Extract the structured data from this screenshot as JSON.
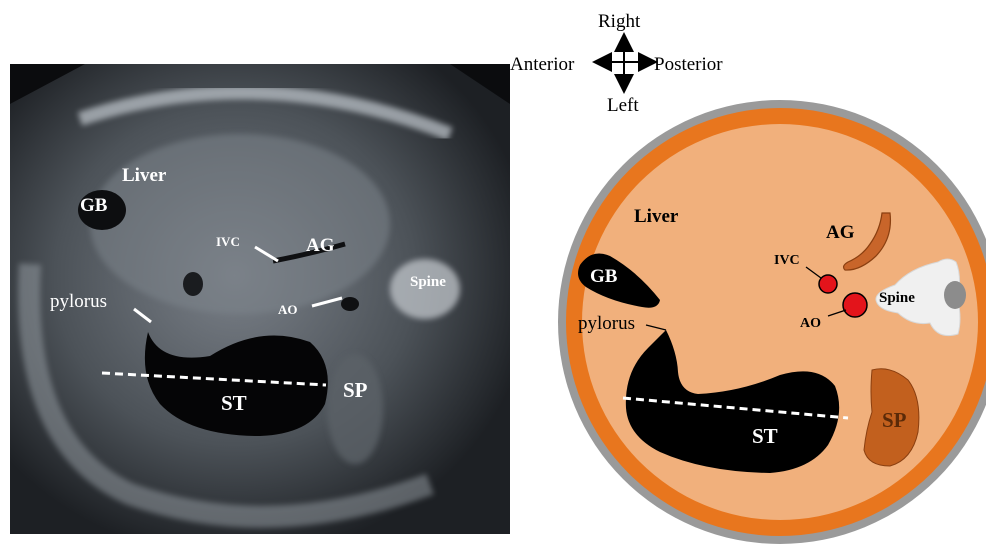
{
  "ultrasound": {
    "labels": {
      "liver": "Liver",
      "gb": "GB",
      "ivc": "IVC",
      "ag": "AG",
      "spine": "Spine",
      "ao": "AO",
      "pylorus": "pylorus",
      "st": "ST",
      "sp": "SP"
    }
  },
  "schematic": {
    "orientation": {
      "right": "Right",
      "left": "Left",
      "anterior": "Anterior",
      "posterior": "Posterior"
    },
    "labels": {
      "liver": "Liver",
      "gb": "GB",
      "ivc": "IVC",
      "ag": "AG",
      "spine": "Spine",
      "ao": "AO",
      "pylorus": "pylorus",
      "st": "ST",
      "sp": "SP"
    },
    "colors": {
      "outer_ring": "#9a9a9a",
      "body_wall": "#e8761e",
      "liver": "#f1b07c",
      "vessel_red": "#e3141b",
      "adrenal": "#c8652a",
      "spleen": "#c2601e",
      "spine": "#f0f0f0",
      "stomach": "#000000"
    }
  }
}
